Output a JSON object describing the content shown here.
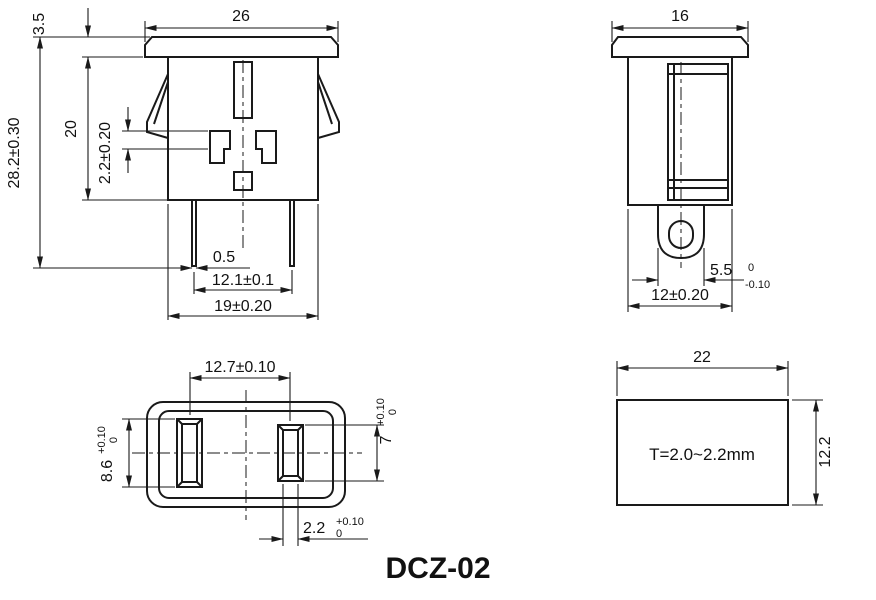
{
  "title": "DCZ-02",
  "front_view": {
    "top_width": "26",
    "flange_height": "3.5",
    "body_height": "20",
    "total_height": "28.2±0.30",
    "contact_height": "2.2±0.20",
    "pin_thickness": "0.5",
    "pin_spacing": "12.1±0.1",
    "body_width": "19±0.20"
  },
  "side_view": {
    "top_width": "16",
    "tab_width": "5.5",
    "tab_tol_upper": "0",
    "tab_tol_lower": "-0.10",
    "body_width": "12±0.20"
  },
  "face_view": {
    "slot_spacing": "12.7±0.10",
    "right_slot_height": "7",
    "right_slot_tol_upper": "+0.10",
    "right_slot_tol_lower": "0",
    "left_slot_height": "8.6",
    "left_slot_tol_upper": "+0.10",
    "left_slot_tol_lower": "0",
    "slot_width": "2.2",
    "slot_width_tol_upper": "+0.10",
    "slot_width_tol_lower": "0"
  },
  "panel_view": {
    "width": "22",
    "height": "12.2",
    "thickness_label": "T=2.0~2.2mm"
  },
  "colors": {
    "line": "#1a1a1a",
    "background": "#ffffff"
  }
}
